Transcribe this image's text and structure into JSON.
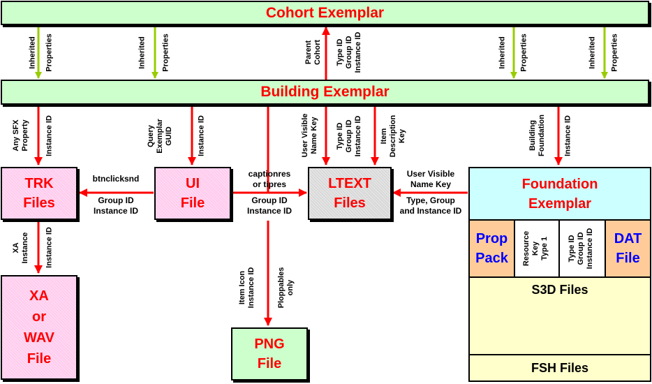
{
  "nodes": {
    "cohort": "Cohort Exemplar",
    "building": "Building Exemplar",
    "trk": [
      "TRK",
      "Files"
    ],
    "ui": [
      "UI",
      "File"
    ],
    "ltext": [
      "LTEXT",
      "Files"
    ],
    "foundation": [
      "Foundation",
      "Exemplar"
    ],
    "xa": [
      "XA",
      "or",
      "WAV",
      "File"
    ],
    "png": [
      "PNG",
      "File"
    ],
    "prop_pack": [
      "Prop",
      "Pack"
    ],
    "resource_key": [
      "Resource",
      "Key",
      "Type 1"
    ],
    "type_group_instance": [
      "Type ID",
      "Group ID",
      "Instance ID"
    ],
    "dat": [
      "DAT",
      "File"
    ],
    "s3d": "S3D Files",
    "fsh": "FSH Files"
  },
  "labels": {
    "inherited": [
      "Inherited",
      "Properties"
    ],
    "parent_cohort": [
      "Parent",
      "Cohort"
    ],
    "type_group_instance": [
      "Type ID",
      "Group ID",
      "Instance ID"
    ],
    "any_sfx": [
      "Any SFX",
      "Property"
    ],
    "instance_id": "Instance ID",
    "query_exemplar": [
      "Query",
      "Exemplar",
      "GUID"
    ],
    "user_visible_name_key": [
      "User Visible",
      "Name Key"
    ],
    "item_description_key": [
      "Item",
      "Description",
      "Key"
    ],
    "building_foundation": [
      "Building",
      "Foundation"
    ],
    "btnclicksnd": "btnclicksnd",
    "group_instance": [
      "Group ID",
      "Instance ID"
    ],
    "captionres": [
      "captionres",
      "or tipres"
    ],
    "uv_name_key_h": [
      "User Visible",
      "Name Key"
    ],
    "type_group_and_instance": [
      "Type, Group",
      "and Instance ID"
    ],
    "xa_instance": [
      "XA",
      "Instance"
    ],
    "item_icon": [
      "Item Icon",
      "Instance ID"
    ],
    "ploppables": [
      "Ploppables",
      "only"
    ]
  },
  "colors": {
    "inherit_arrow": "#99cc00",
    "ref_arrow": "#ff0000",
    "title_text": "#ff0000",
    "blue_text": "#0000ff"
  }
}
